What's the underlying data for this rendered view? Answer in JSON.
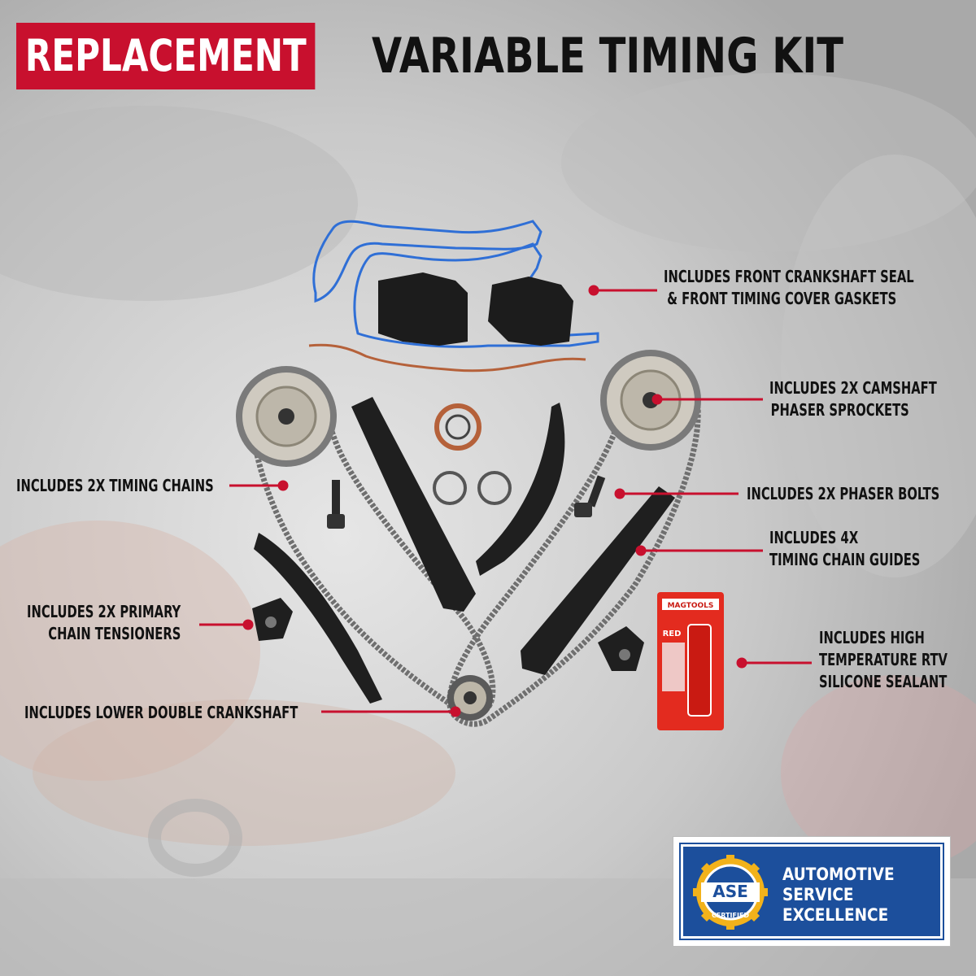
{
  "title": {
    "highlight": "REPLACEMENT",
    "rest": "VARIABLE TIMING KIT"
  },
  "callouts": {
    "seal_line1": "INCLUDES FRONT CRANKSHAFT SEAL",
    "seal_line2": "& FRONT TIMING COVER GASKETS",
    "camshaft_line1": "INCLUDES 2X CAMSHAFT",
    "camshaft_line2": "PHASER SPROCKETS",
    "timing_chains": "INCLUDES 2X TIMING CHAINS",
    "phaser_bolts": "INCLUDES 2X PHASER BOLTS",
    "guides_line1": "INCLUDES 4X",
    "guides_line2": "TIMING CHAIN GUIDES",
    "tensioners_line1": "INCLUDES 2X PRIMARY",
    "tensioners_line2": "CHAIN TENSIONERS",
    "rtv_line1": "INCLUDES HIGH",
    "rtv_line2": "TEMPERATURE RTV",
    "rtv_line3": "SILICONE SEALANT",
    "crankshaft": "INCLUDES LOWER DOUBLE CRANKSHAFT"
  },
  "sealant_tube": {
    "brand": "MAGTOOLS",
    "label": "RED"
  },
  "badge": {
    "logo_text": "ASE",
    "logo_sub": "CERTIFIED",
    "line1": "AUTOMOTIVE",
    "line2": "SERVICE",
    "line3": "EXCELLENCE"
  },
  "colors": {
    "accent_red": "#c8102e",
    "ase_blue": "#1c4f9c",
    "ase_gold": "#f2b21b",
    "gasket_blue": "#2f6fd6",
    "gasket_copper": "#b5613a"
  }
}
